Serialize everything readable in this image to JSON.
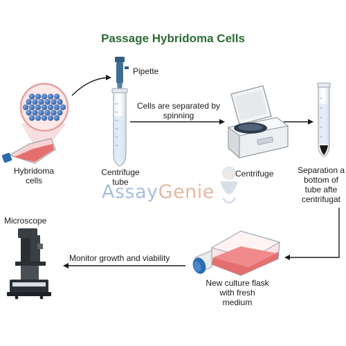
{
  "title": "Passage Hybridoma Cells",
  "labels": {
    "hybridoma": [
      "Hybridoma",
      "cells"
    ],
    "pipette": "Pipette",
    "centrifuge_tube": [
      "Centrifuge",
      "tube"
    ],
    "spinning": [
      "Cells are separated by",
      "spinning"
    ],
    "centrifuge": "Centrifuge",
    "separation": [
      "Separation a",
      "bottom of",
      "tube afte",
      "centrifugat"
    ],
    "microscope": "Microscope",
    "monitor": "Monitor growth and viability",
    "new_flask": [
      "New culture flask",
      "with fresh",
      "medium"
    ]
  },
  "watermark": {
    "part1": "Assay",
    "part2": "Genie"
  },
  "colors": {
    "title": "#2e6b35",
    "cell": "#3f6fb2",
    "flask_medium": "#e46f6f",
    "flask_cap": "#2d6bb0",
    "arrow": "#1a1a1a"
  }
}
